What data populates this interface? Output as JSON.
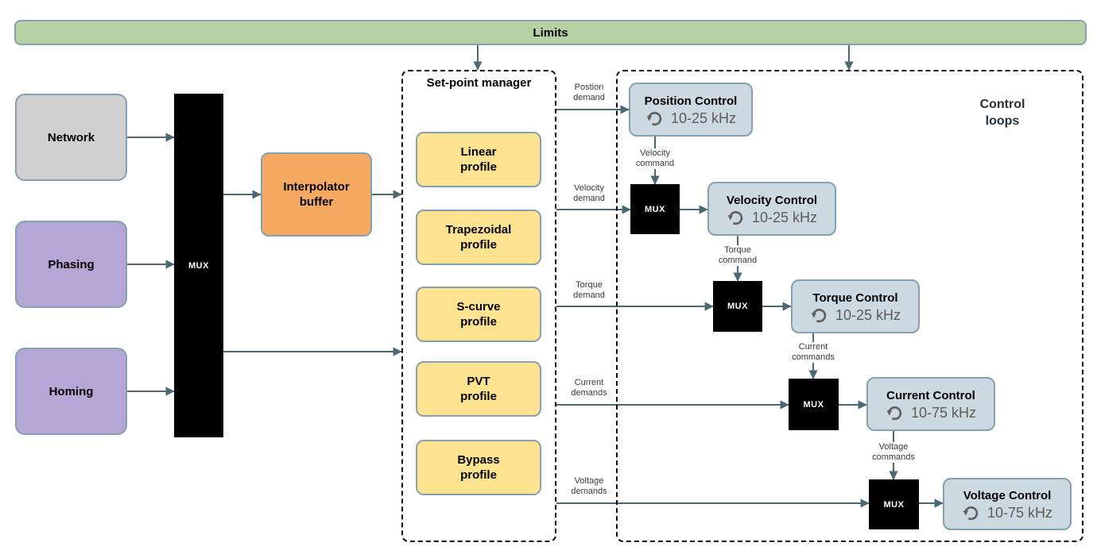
{
  "diagram": {
    "limits": {
      "label": "Limits"
    },
    "sources": [
      {
        "label": "Network"
      },
      {
        "label": "Phasing"
      },
      {
        "label": "Homing"
      }
    ],
    "mux_label": "MUX",
    "interpolator": {
      "line1": "Interpolator",
      "line2": "buffer"
    },
    "set_point_manager": {
      "title": "Set-point manager",
      "profiles": [
        {
          "line1": "Linear",
          "line2": "profile"
        },
        {
          "line1": "Trapezoidal",
          "line2": "profile"
        },
        {
          "line1": "S-curve",
          "line2": "profile"
        },
        {
          "line1": "PVT",
          "line2": "profile"
        },
        {
          "line1": "Bypass",
          "line2": "profile"
        }
      ]
    },
    "control_loops": {
      "title_line1": "Control",
      "title_line2": "loops",
      "controllers": [
        {
          "title": "Position Control",
          "freq": "10-25 kHz"
        },
        {
          "title": "Velocity Control",
          "freq": "10-25 kHz"
        },
        {
          "title": "Torque Control",
          "freq": "10-25 kHz"
        },
        {
          "title": "Current Control",
          "freq": "10-75 kHz"
        },
        {
          "title": "Voltage Control",
          "freq": "10-75 kHz"
        }
      ]
    },
    "demand_labels": [
      {
        "line1": "Postion",
        "line2": "demand"
      },
      {
        "line1": "Velocity",
        "line2": "demand"
      },
      {
        "line1": "Torque",
        "line2": "demand"
      },
      {
        "line1": "Current",
        "line2": "demands"
      },
      {
        "line1": "Voltage",
        "line2": "demands"
      }
    ],
    "command_labels": [
      {
        "line1": "Velocity",
        "line2": "command"
      },
      {
        "line1": "Torque",
        "line2": "command"
      },
      {
        "line1": "Current",
        "line2": "commands"
      },
      {
        "line1": "Voltage",
        "line2": "commands"
      }
    ],
    "icons": {
      "controller_loop": "counterclockwise-loop-arrow"
    },
    "colors": {
      "limits_fill": "#b6d2a5",
      "source_gray": "#d0d0d0",
      "source_purple": "#b4a7d6",
      "interpolator_orange": "#f6aa61",
      "profile_yellow": "#fde28f",
      "controller_fill": "#ccd9e0",
      "box_border": "#85a0b0",
      "arrow": "#4d6875",
      "mux_black": "#000000"
    }
  }
}
